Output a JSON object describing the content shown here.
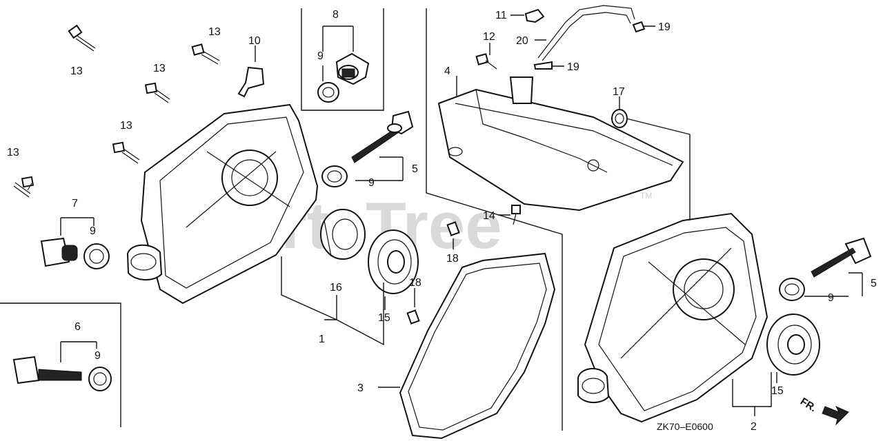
{
  "watermark": {
    "text": "PartsTree",
    "trademark": "TM"
  },
  "figure_code": "ZK70–E0600",
  "direction": {
    "label": "FR."
  },
  "callouts": {
    "c1": "1",
    "c2": "2",
    "c3": "3",
    "c4": "4",
    "c5a": "5",
    "c5b": "5",
    "c6": "6",
    "c7": "7",
    "c8": "8",
    "c9_oil_cap_left": "9",
    "c9_cap_box": "9",
    "c9_dipstick_top": "9",
    "c9_dipstick_right": "9",
    "c9_dipstick_lower": "9",
    "c10": "10",
    "c11": "11",
    "c12": "12",
    "c13_a": "13",
    "c13_b": "13",
    "c13_c": "13",
    "c13_d": "13",
    "c13_e": "13",
    "c14": "14",
    "c15_left": "15",
    "c15_right": "15",
    "c16": "16",
    "c17": "17",
    "c18_a": "18",
    "c18_b": "18",
    "c19_a": "19",
    "c19_b": "19",
    "c20": "20"
  }
}
